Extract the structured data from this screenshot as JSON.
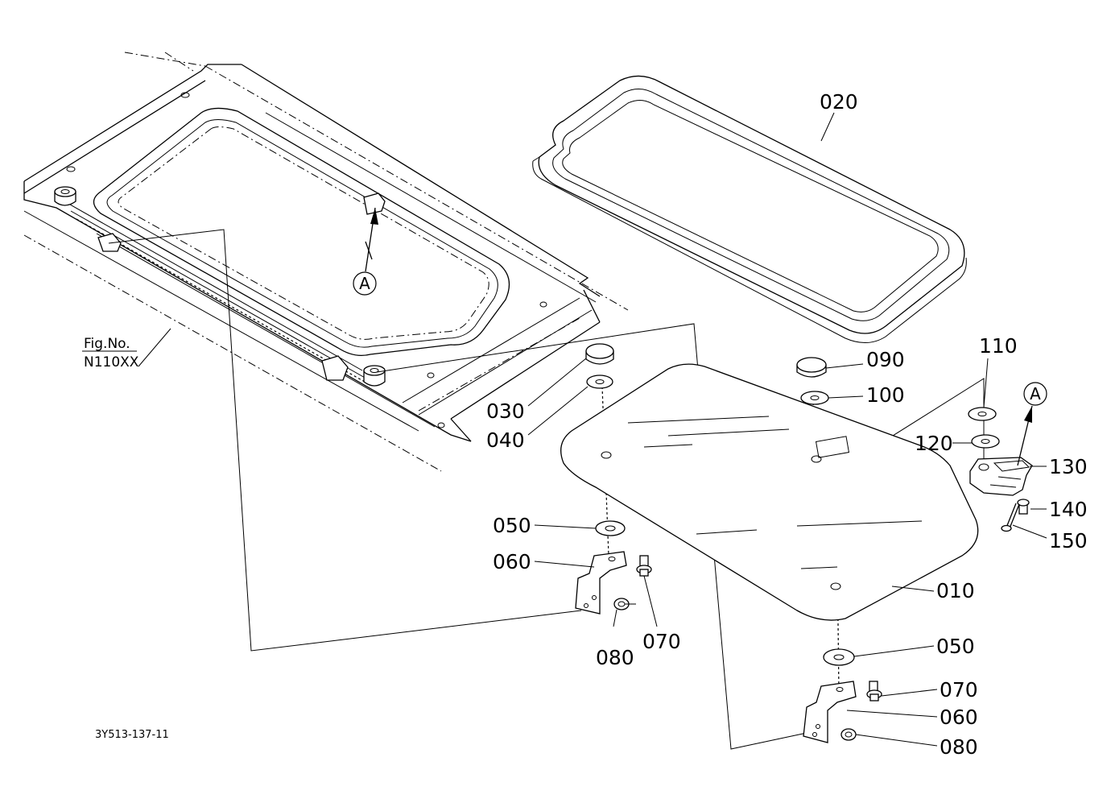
{
  "figure_reference": {
    "line1": "Fig.No.",
    "line2": "N110XX"
  },
  "drawing_code": "3Y513-137-11",
  "view_markers": {
    "top": "A",
    "right": "A"
  },
  "callouts": {
    "p010": "010",
    "p020": "020",
    "p030": "030",
    "p040": "040",
    "p050_left": "050",
    "p050_right": "050",
    "p060_left": "060",
    "p060_right": "060",
    "p070_left": "070",
    "p070_right": "070",
    "p080_left": "080",
    "p080_right": "080",
    "p090": "090",
    "p100": "100",
    "p110": "110",
    "p120": "120",
    "p130": "130",
    "p140": "140",
    "p150": "150"
  }
}
